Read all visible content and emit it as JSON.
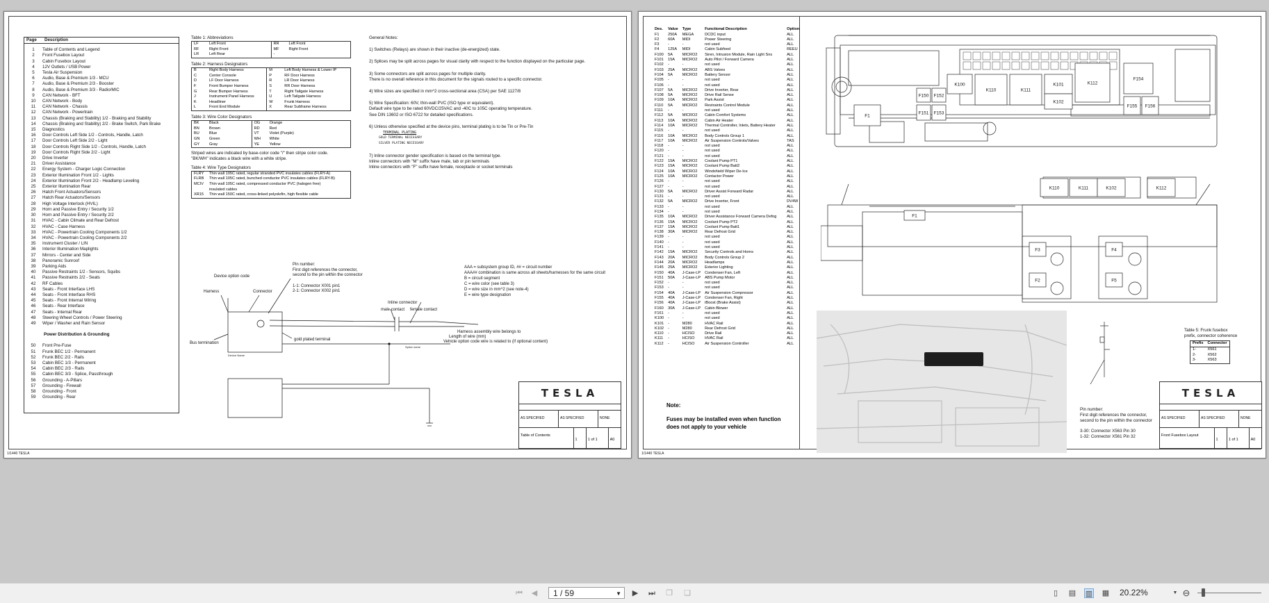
{
  "viewer": {
    "page_input": "1 / 59",
    "zoom_value": "20.22%"
  },
  "page1": {
    "toc_header": {
      "page": "Page",
      "description": "Description"
    },
    "toc": [
      [
        "1",
        "Table of Contents and Legend"
      ],
      [
        "2",
        "Front Fusebox Layout"
      ],
      [
        "3",
        "Cabin Fusebox Layout"
      ],
      [
        "4",
        "12V Outlets / USB Power"
      ],
      [
        "5",
        "Tesla Air Suspension"
      ],
      [
        "6",
        "Audio, Base & Premium 1/3 - MCU"
      ],
      [
        "7",
        "Audio, Base & Premium 2/3 - Booster"
      ],
      [
        "8",
        "Audio, Base & Premium 3/3 - Radio/MIC"
      ],
      [
        "9",
        "CAN Network - BFT"
      ],
      [
        "10",
        "CAN Network - Body"
      ],
      [
        "11",
        "CAN Network - Chassis"
      ],
      [
        "12",
        "CAN Network - Powertrain"
      ],
      [
        "13",
        "Chassis (Braking and Stability) 1/2 - Braking and Stability"
      ],
      [
        "14",
        "Chassis (Braking and Stability) 2/2 - Brake Switch, Park Brake"
      ],
      [
        "15",
        "Diagnostics"
      ],
      [
        "16",
        "Door Controls Left Side 1/2 - Controls, Handle, Latch"
      ],
      [
        "17",
        "Door Controls Left Side 2/2 - Light"
      ],
      [
        "18",
        "Door Controls Right Side 1/2 - Controls, Handle, Latch"
      ],
      [
        "19",
        "Door Controls Right Side 2/2 - Light"
      ],
      [
        "20",
        "Drive Inverter"
      ],
      [
        "21",
        "Driver Assistance"
      ],
      [
        "22",
        "Energy System - Charger Logic Connection"
      ],
      [
        "23",
        "Exterior Illumination Front 1/2 - Lights"
      ],
      [
        "24",
        "Exterior Illumination Front 2/2 - Headlamp Leveling"
      ],
      [
        "25",
        "Exterior Illumination Rear"
      ],
      [
        "26",
        "Hatch Front Actuators/Sensors"
      ],
      [
        "27",
        "Hatch Rear Actuators/Sensors"
      ],
      [
        "28",
        "High Voltage Interlock (HVIL)"
      ],
      [
        "29",
        "Horn and Passive Entry / Security 1/2"
      ],
      [
        "30",
        "Horn and Passive Entry / Security 2/2"
      ],
      [
        "31",
        "HVAC - Cabin Climate and Rear Defrost"
      ],
      [
        "32",
        "HVAC - Case Harness"
      ],
      [
        "33",
        "HVAC - Powertrain Cooling Components 1/2"
      ],
      [
        "34",
        "HVAC - Powertrain Cooling Components 2/2"
      ],
      [
        "35",
        "Instrument Cluster / LIN"
      ],
      [
        "36",
        "Interior Illumination Maplights"
      ],
      [
        "37",
        "Mirrors - Center and Side"
      ],
      [
        "38",
        "Panoramic Sunroof"
      ],
      [
        "39",
        "Parking Aids"
      ],
      [
        "40",
        "Passive Restraints 1/2 - Sensors, Squibs"
      ],
      [
        "41",
        "Passive Restraints 2/2 - Seats"
      ],
      [
        "42",
        "RF Cables"
      ],
      [
        "43",
        "Seats - Front Interface LHS"
      ],
      [
        "44",
        "Seats - Front Interface RHS"
      ],
      [
        "45",
        "Seats - Front Internal Wiring"
      ],
      [
        "46",
        "Seats - Rear Interface"
      ],
      [
        "47",
        "Seats - Internal Rear"
      ],
      [
        "48",
        "Steering Wheel Controls / Power Steering"
      ],
      [
        "49",
        "Wiper / Washer and Rain Sensor"
      ]
    ],
    "toc_section": "Power Distribution & Grounding",
    "toc2": [
      [
        "50",
        "Front Pre-Fuse"
      ],
      [
        "51",
        "Frunk BEC 1/2 - Permanent"
      ],
      [
        "52",
        "Frunk BEC 2/2 - Rails"
      ],
      [
        "53",
        "Cabin BEC 1/3 - Permanent"
      ],
      [
        "54",
        "Cabin BEC 2/3 - Rails"
      ],
      [
        "55",
        "Cabin BEC 3/3 - Splice, Passthrough"
      ],
      [
        "56",
        "Grounding - A-Pillars"
      ],
      [
        "57",
        "Grounding - Firewall"
      ],
      [
        "58",
        "Grounding - Front"
      ],
      [
        "59",
        "Grounding - Rear"
      ]
    ],
    "t1_title": "Table 1: Abbreviations",
    "t1": [
      [
        "LF",
        "Left Front",
        "RR",
        "Left Front"
      ],
      [
        "RF",
        "Right Front",
        "MF",
        "Right Front"
      ],
      [
        "LR",
        "Left Rear",
        "-",
        ""
      ]
    ],
    "t2_title": "Table 2: Harness Designators",
    "t2": [
      [
        "B",
        "Right Body Harness",
        "M",
        "Left Body Harness & Lower IP"
      ],
      [
        "C",
        "Center Console",
        "P",
        "RF Door Harness"
      ],
      [
        "D",
        "LF Door Harness",
        "R",
        "LR Door Harness"
      ],
      [
        "F",
        "Front Bumper Harness",
        "S",
        "RR Door Harness"
      ],
      [
        "G",
        "Rear Bumper Harness",
        "T",
        "Right Tailgate Harness"
      ],
      [
        "J",
        "Instrument Panel Harness",
        "U",
        "Left Tailgate Harness"
      ],
      [
        "K",
        "Headliner",
        "W",
        "Frunk Harness"
      ],
      [
        "L",
        "Front End Module",
        "X",
        "Rear Subframe Harness"
      ]
    ],
    "t3_title": "Table 3: Wire Color Designators",
    "t3": [
      [
        "BK",
        "Black",
        "OG",
        "Orange"
      ],
      [
        "BN",
        "Brown",
        "RD",
        "Red"
      ],
      [
        "BU",
        "Blue",
        "VT",
        "Violet (Purple)"
      ],
      [
        "GN",
        "Green",
        "WH",
        "White"
      ],
      [
        "GY",
        "Gray",
        "YE",
        "Yellow"
      ]
    ],
    "t3_note1": "Striped wires are indicated by base-color code \"/\" then stripe color code.",
    "t3_note2": "\"BK/WH\" indicates a black wire with a white stripe.",
    "t4_title": "Table 4: Wire Type Designators",
    "t4": [
      [
        "FLRY",
        "Thin wall 105C rated, regular stranded PVC insulates cables (FLRY-A)"
      ],
      [
        "FLRB",
        "Thin wall 105C rated, bunched conductor PVC insulates cables (FLRY-B)"
      ],
      [
        "MCIV",
        "Thin wall 105C rated, compressed conductor PVC (halogen free)"
      ],
      [
        "",
        "insulated cables"
      ],
      [
        "XR15",
        "Thin wall 150C rated, cross-linked polyolefin, high flexible cable"
      ]
    ],
    "notes_title": "General Notes:",
    "notes": [
      "1) Switches (Relays) are shown in their inactive (de-energized) state.",
      "2) Splices may be split across pages for visual clarity with respect to the function displayed on the particular page.",
      "3) Some connectors are split across pages for multiple clarity.",
      "    There is no overall reference in this document for the signals routed to a specific connector.",
      "4) Wire sizes are specified in mm^2 cross-sectional area (CSA) per SAE 1127/8",
      "5) Wire Specification: 60V, thin-wall PVC (ISO type or equivalent).",
      "    Default wire type to be rated 60VDC/25VAC and -40C to 105C operating temperature.",
      "    See DIN 13602 or ISO 6722 for detailed specifications.",
      "6) Unless otherwise specified at the device pins, terminal plating is to be Tin or Pre-Tin",
      "TERMINAL PLATING",
      "GOLD TERMINAL NECESSARY",
      "SILVER PLATING NECESSARY",
      "7) Inline connector gender specification is based on the terminal type.",
      "    Inline connectors with \"M\" suffix have male, tab or pin terminals",
      "    Inline connectors with \"F\" suffix have female, receptacle or socket terminals"
    ],
    "legend": {
      "device_option_code": "Device option code",
      "harness": "Harness",
      "connector": "Connector",
      "pin_number": "Pin number:",
      "pin_desc1": "First digit references the connector,",
      "pin_desc2": "second to the pin within the connector",
      "pin_ex1": "1-1: Connector X001 pin1",
      "pin_ex2": "2-1: Connector X002 pin1",
      "inline_connector": "Inline connector",
      "male_contact": "male contact",
      "female_contact": "female contact",
      "aaa1": "AAA = subsystem group ID, ## = circuit number",
      "aaa2": "AAA## combination is same across all sheets/harnesses for the same circuit",
      "aaa3": "B = circuit segment",
      "aaa4": "C = wire color (see table 3)",
      "aaa5": "D = wire size in mm^2 (see note-4)",
      "aaa6": "E = wire type designation",
      "gold_plated": "gold plated terminal",
      "bus_term": "Bus termination",
      "harness_belongs": "Harness assembly wire belongs to",
      "length_wire": "Length of wire (mm)",
      "vehicle_option": "Vehicle option code wire is related to (if optional content)",
      "splice_name": "Splice name",
      "device_name": "Device Name"
    },
    "title_block": {
      "logo": "TESLA",
      "material": "AS SPECIFIED",
      "finish": "AS SPECIFIED",
      "scale": "NONE",
      "part_title": "Table of Contents",
      "rev": "1",
      "sheet": "1 of 1",
      "size": "A0"
    },
    "footer": "1/1440 TESLA"
  },
  "page2": {
    "fuse_header": [
      "Des.",
      "Value",
      "Type",
      "Functional Description",
      "Option"
    ],
    "fuses": [
      [
        "F1",
        "250A",
        "MEGA",
        "DCDC input",
        "ALL"
      ],
      [
        "F2",
        "60A",
        "MIDI",
        "Power Steering",
        "ALL"
      ],
      [
        "F3",
        "-",
        "-",
        "not used",
        "ALL"
      ],
      [
        "F4",
        "125A",
        "MIDI",
        "Cabin Subfeed",
        "REEU"
      ],
      [
        "F100",
        "5A",
        "MICRO2",
        "Siren, Intrusion Module, Rain Light Sns",
        "ALL"
      ],
      [
        "F101",
        "15A",
        "MICRO2",
        "Auto Pilot / Forward Camera",
        "ALL"
      ],
      [
        "F102",
        "-",
        "-",
        "not used",
        "ALL"
      ],
      [
        "F103",
        "25A",
        "MICRO2",
        "ABS Valves",
        "ALL"
      ],
      [
        "F104",
        "5A",
        "MICRO2",
        "Battery Sensor",
        "ALL"
      ],
      [
        "F105",
        "-",
        "-",
        "not used",
        "ALL"
      ],
      [
        "F106",
        "-",
        "-",
        "not used",
        "ALL"
      ],
      [
        "F107",
        "5A",
        "MICRO2",
        "Drive Inverter, Rear",
        "ALL"
      ],
      [
        "F108",
        "5A",
        "MICRO2",
        "Drive Rail Sense",
        "ALL"
      ],
      [
        "F109",
        "10A",
        "MICRO2",
        "Park Assist",
        "ALL"
      ],
      [
        "F110",
        "5A",
        "MICRO2",
        "Restraints Control Module",
        "ALL"
      ],
      [
        "F111",
        "-",
        "-",
        "not used",
        "ALL"
      ],
      [
        "F112",
        "5A",
        "MICRO2",
        "Cabin Comfort Systems",
        "ALL"
      ],
      [
        "F113",
        "10A",
        "MICRO2",
        "Cabin Air Heater",
        "ALL"
      ],
      [
        "F114",
        "10A",
        "MICRO2",
        "Thermal Controller, Inlets, Battery Heater",
        "ALL"
      ],
      [
        "F115",
        "-",
        "-",
        "not used",
        "ALL"
      ],
      [
        "F116",
        "10A",
        "MICRO2",
        "Body Controls Group 1",
        "ALL"
      ],
      [
        "F117",
        "10A",
        "MICRO2",
        "Air Suspension Controls/Valves",
        "TAS"
      ],
      [
        "F118",
        "-",
        "-",
        "not used",
        "ALL"
      ],
      [
        "F120",
        "-",
        "-",
        "not used",
        "ALL"
      ],
      [
        "F121",
        "-",
        "-",
        "not used",
        "ALL"
      ],
      [
        "F122",
        "15A",
        "MICRO2",
        "Coolant Pump PT1",
        "ALL"
      ],
      [
        "F123",
        "15A",
        "MICRO2",
        "Coolant Pump Batt2",
        "ALL"
      ],
      [
        "F124",
        "10A",
        "MICRO2",
        "Windshield Wiper De-Ice",
        "ALL"
      ],
      [
        "F125",
        "10A",
        "MICRO2",
        "Contactor Power",
        "ALL"
      ],
      [
        "F126",
        "-",
        "-",
        "not used",
        "ALL"
      ],
      [
        "F127",
        "-",
        "-",
        "not used",
        "ALL"
      ],
      [
        "F130",
        "5A",
        "MICRO2",
        "Driver Assist Forward Radar",
        "ALL"
      ],
      [
        "F131",
        "-",
        "-",
        "not used",
        "ALL"
      ],
      [
        "F132",
        "5A",
        "MICRO2",
        "Drive Inverter, Front",
        "DV4W"
      ],
      [
        "F133",
        "-",
        "-",
        "not used",
        "ALL"
      ],
      [
        "F134",
        "-",
        "-",
        "not used",
        "ALL"
      ],
      [
        "F135",
        "10A",
        "MICRO2",
        "Driver Assistance Forward Camera Defog",
        "ALL"
      ],
      [
        "F136",
        "15A",
        "MICRO2",
        "Coolant Pump PT2",
        "ALL"
      ],
      [
        "F137",
        "15A",
        "MICRO2",
        "Coolant Pump Batt1",
        "ALL"
      ],
      [
        "F138",
        "30A",
        "MICRO2",
        "Rear Defrost Grid",
        "ALL"
      ],
      [
        "F139",
        "-",
        "-",
        "not used",
        "ALL"
      ],
      [
        "F140",
        "-",
        "-",
        "not used",
        "ALL"
      ],
      [
        "F141",
        "-",
        "-",
        "not used",
        "ALL"
      ],
      [
        "F142",
        "15A",
        "MICRO2",
        "Security Controls and Horns",
        "ALL"
      ],
      [
        "F143",
        "20A",
        "MICRO2",
        "Body Controls Group 2",
        "ALL"
      ],
      [
        "F144",
        "20A",
        "MICRO2",
        "Headlamps",
        "ALL"
      ],
      [
        "F145",
        "25A",
        "MICRO2",
        "Exterior Lighting",
        "ALL"
      ],
      [
        "F150",
        "40A",
        "J-Case-LP",
        "Condenser Fan, Left",
        "ALL"
      ],
      [
        "F151",
        "50A",
        "J-Case-LP",
        "ABS Pump Motor",
        "ALL"
      ],
      [
        "F152",
        "-",
        "-",
        "not used",
        "ALL"
      ],
      [
        "F153",
        "-",
        "-",
        "not used",
        "ALL"
      ],
      [
        "F154",
        "40A",
        "J-Case-LP",
        "Air Suspension Compressor",
        "ALL"
      ],
      [
        "F155",
        "40A",
        "J-Case-LP",
        "Condenser Fan, Right",
        "ALL"
      ],
      [
        "F156",
        "40A",
        "J-Case-LP",
        "iBoost (Brake Assist)",
        "ALL"
      ],
      [
        "F160",
        "30A",
        "J-Case-LP",
        "Cabin Blower",
        "ALL"
      ],
      [
        "F161",
        "-",
        "-",
        "not used",
        "ALL"
      ],
      [
        "K100",
        "-",
        "-",
        "not used",
        "ALL"
      ],
      [
        "K101",
        "-",
        "M280",
        "HVAC Rail",
        "ALL"
      ],
      [
        "K102",
        "-",
        "M280",
        "Rear Defrost Grid",
        "ALL"
      ],
      [
        "K110",
        "-",
        "HCISO",
        "Drive Rail",
        "ALL"
      ],
      [
        "K111",
        "-",
        "HCISO",
        "HVAC Rail",
        "ALL"
      ],
      [
        "K112",
        "-",
        "HCISO",
        "Air Suspension Controller",
        "ALL"
      ]
    ],
    "note_title": "Note:",
    "note_text1": "Fuses may be installed even when function",
    "note_text2": "does not apply to your vehicle",
    "box_labels": [
      "F150",
      "F152",
      "K100",
      "K110",
      "K111",
      "K101",
      "K112",
      "F154",
      "F151",
      "F153",
      "K102",
      "F155",
      "F156",
      "F1",
      "K110",
      "K111",
      "K102",
      "K112",
      "F1",
      "F3",
      "F4",
      "F2",
      "F5"
    ],
    "table5_title1": "Table 5: Frunk fusebox",
    "table5_title2": "prefix, connector coherence",
    "table5_header": [
      "Prefix",
      "Connector"
    ],
    "table5": [
      [
        "1-",
        "X561"
      ],
      [
        "2-",
        "X562"
      ],
      [
        "3-",
        "X563"
      ]
    ],
    "pin_title": "Pin number:",
    "pin_desc1": "First digit references the connector,",
    "pin_desc2": "second to the pin within the connector",
    "pin_ex1": "3-30: Connector X563 Pin 30",
    "pin_ex2": "1-32: Connector X561 Pin 32",
    "title_block": {
      "logo": "TESLA",
      "material": "AS SPECIFIED",
      "finish": "AS SPECIFIED",
      "scale": "NONE",
      "part_title": "Front Fusebox Layout",
      "rev": "1",
      "sheet": "1 of 1",
      "size": "A0"
    },
    "footer": "1/1440 TESLA"
  }
}
